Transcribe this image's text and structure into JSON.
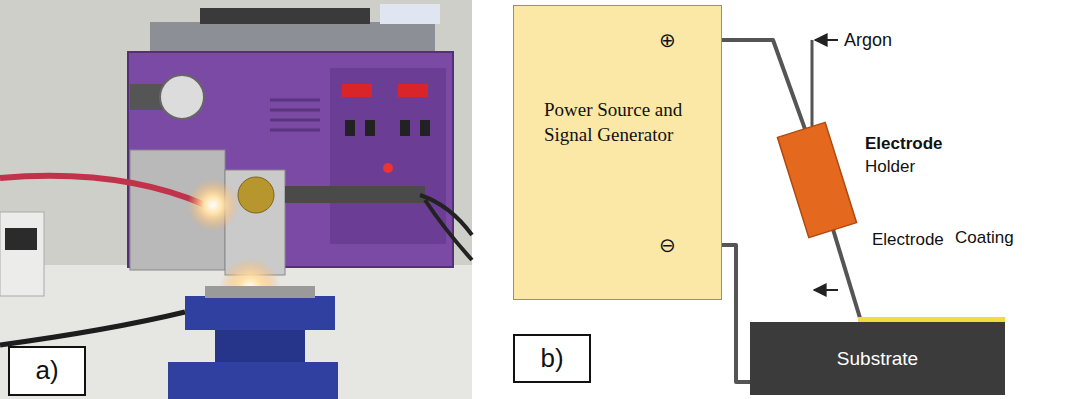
{
  "diagram": {
    "nodes": [
      {
        "text": [
          "a)"
        ]
      },
      {
        "text": [
          "b)"
        ]
      },
      {
        "text": [
          "Power Source and Signal Generator"
        ]
      },
      {
        "text": [
          "Electrode",
          "Holder"
        ]
      },
      {
        "text": [
          "Substrate"
        ]
      }
    ],
    "edges": [
      {
        "from": 2,
        "to": 3,
        "arrow": "none"
      },
      {
        "from": 2,
        "to": 4,
        "arrow": "none"
      }
    ],
    "labels": [
      "⊕",
      "⊖",
      "Argon",
      "Electrode",
      "Coating"
    ]
  }
}
